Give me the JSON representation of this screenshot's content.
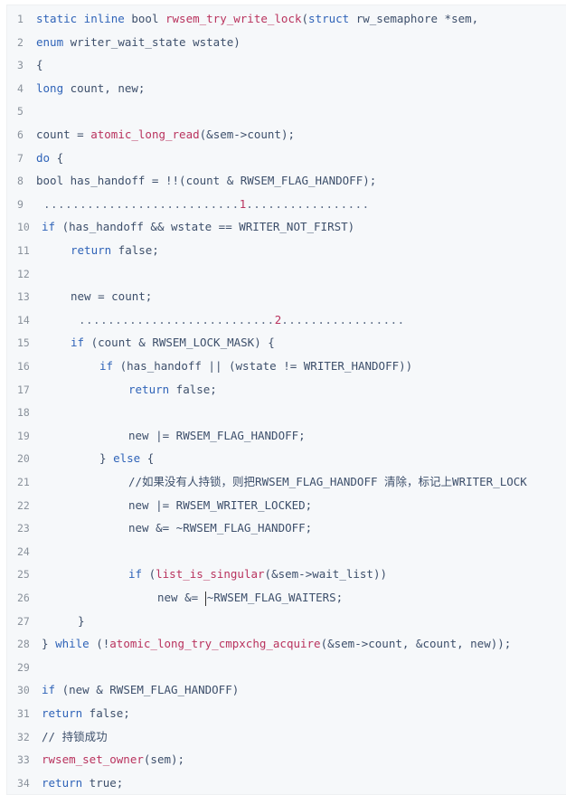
{
  "code": {
    "lines": [
      {
        "n": "1",
        "indent": 0,
        "tokens": [
          [
            "kw",
            "static inline"
          ],
          [
            "p",
            " bool "
          ],
          [
            "fn",
            "rwsem_try_write_lock"
          ],
          [
            "p",
            "("
          ],
          [
            "kw",
            "struct"
          ],
          [
            "p",
            " rw_semaphore *sem,"
          ]
        ]
      },
      {
        "n": "2",
        "indent": 0,
        "tokens": [
          [
            "kw",
            "enum"
          ],
          [
            "p",
            " writer_wait_state wstate)"
          ]
        ]
      },
      {
        "n": "3",
        "indent": 0,
        "tokens": [
          [
            "p",
            "{"
          ]
        ]
      },
      {
        "n": "4",
        "indent": 0,
        "tokens": [
          [
            "kw",
            "long"
          ],
          [
            "p",
            " count, new;"
          ]
        ]
      },
      {
        "n": "5",
        "indent": 0,
        "tokens": []
      },
      {
        "n": "6",
        "indent": 0,
        "tokens": [
          [
            "p",
            "count = "
          ],
          [
            "fn",
            "atomic_long_read"
          ],
          [
            "p",
            "(&sem->count);"
          ]
        ]
      },
      {
        "n": "7",
        "indent": 0,
        "tokens": [
          [
            "kw",
            "do"
          ],
          [
            "p",
            " {"
          ]
        ]
      },
      {
        "n": "8",
        "indent": 0,
        "tokens": [
          [
            "p",
            "bool has_handoff = !!(count & RWSEM_FLAG_HANDOFF);"
          ]
        ]
      },
      {
        "n": "9",
        "indent": 8,
        "tokens": [
          [
            "dots",
            "..........................."
          ],
          [
            "num",
            "1"
          ],
          [
            "dots",
            "................."
          ]
        ]
      },
      {
        "n": "10",
        "indent": 6,
        "tokens": [
          [
            "kw",
            "if"
          ],
          [
            "p",
            " (has_handoff && wstate == WRITER_NOT_FIRST)"
          ]
        ]
      },
      {
        "n": "11",
        "indent": 38,
        "tokens": [
          [
            "kw",
            "return"
          ],
          [
            "p",
            " false;"
          ]
        ]
      },
      {
        "n": "12",
        "indent": 0,
        "tokens": []
      },
      {
        "n": "13",
        "indent": 38,
        "tokens": [
          [
            "p",
            "new = count;"
          ]
        ]
      },
      {
        "n": "14",
        "indent": 47,
        "tokens": [
          [
            "dots",
            "..........................."
          ],
          [
            "num",
            "2"
          ],
          [
            "dots",
            "................."
          ]
        ]
      },
      {
        "n": "15",
        "indent": 38,
        "tokens": [
          [
            "kw",
            "if"
          ],
          [
            "p",
            " (count & RWSEM_LOCK_MASK) {"
          ]
        ]
      },
      {
        "n": "16",
        "indent": 70,
        "tokens": [
          [
            "kw",
            "if"
          ],
          [
            "p",
            " (has_handoff || (wstate != WRITER_HANDOFF))"
          ]
        ]
      },
      {
        "n": "17",
        "indent": 102,
        "tokens": [
          [
            "kw",
            "return"
          ],
          [
            "p",
            " false;"
          ]
        ]
      },
      {
        "n": "18",
        "indent": 0,
        "tokens": []
      },
      {
        "n": "19",
        "indent": 102,
        "tokens": [
          [
            "p",
            "new |= RWSEM_FLAG_HANDOFF;"
          ]
        ]
      },
      {
        "n": "20",
        "indent": 70,
        "tokens": [
          [
            "p",
            "} "
          ],
          [
            "kw",
            "else"
          ],
          [
            "p",
            " {"
          ]
        ]
      },
      {
        "n": "21",
        "indent": 102,
        "tokens": [
          [
            "p",
            "//如果没有人持锁，则把RWSEM_FLAG_HANDOFF 清除，标记上WRITER_LOCK"
          ]
        ]
      },
      {
        "n": "22",
        "indent": 102,
        "tokens": [
          [
            "p",
            "new |= RWSEM_WRITER_LOCKED;"
          ]
        ]
      },
      {
        "n": "23",
        "indent": 102,
        "tokens": [
          [
            "p",
            "new &= ~RWSEM_FLAG_HANDOFF;"
          ]
        ]
      },
      {
        "n": "24",
        "indent": 0,
        "tokens": []
      },
      {
        "n": "25",
        "indent": 102,
        "tokens": [
          [
            "kw",
            "if"
          ],
          [
            "p",
            " ("
          ],
          [
            "fn",
            "list_is_singular"
          ],
          [
            "p",
            "(&sem->wait_list))"
          ]
        ]
      },
      {
        "n": "26",
        "indent": 134,
        "tokens": [
          [
            "p",
            "new &= "
          ],
          [
            "cursor",
            ""
          ],
          [
            "p",
            "~RWSEM_FLAG_WAITERS;"
          ]
        ]
      },
      {
        "n": "27",
        "indent": 46,
        "tokens": [
          [
            "p",
            "}"
          ]
        ]
      },
      {
        "n": "28",
        "indent": 6,
        "tokens": [
          [
            "p",
            "} "
          ],
          [
            "kw",
            "while"
          ],
          [
            "p",
            " (!"
          ],
          [
            "fn",
            "atomic_long_try_cmpxchg_acquire"
          ],
          [
            "p",
            "(&sem->count, &count, new));"
          ]
        ]
      },
      {
        "n": "29",
        "indent": 0,
        "tokens": []
      },
      {
        "n": "30",
        "indent": 6,
        "tokens": [
          [
            "kw",
            "if"
          ],
          [
            "p",
            " (new & RWSEM_FLAG_HANDOFF)"
          ]
        ]
      },
      {
        "n": "31",
        "indent": 6,
        "tokens": [
          [
            "kw",
            "return"
          ],
          [
            "p",
            " false;"
          ]
        ]
      },
      {
        "n": "32",
        "indent": 6,
        "tokens": [
          [
            "p",
            "// 持锁成功"
          ]
        ]
      },
      {
        "n": "33",
        "indent": 6,
        "tokens": [
          [
            "fn",
            "rwsem_set_owner"
          ],
          [
            "p",
            "(sem);"
          ]
        ]
      },
      {
        "n": "34",
        "indent": 6,
        "tokens": [
          [
            "kw",
            "return"
          ],
          [
            "p",
            " true;"
          ]
        ]
      }
    ]
  }
}
